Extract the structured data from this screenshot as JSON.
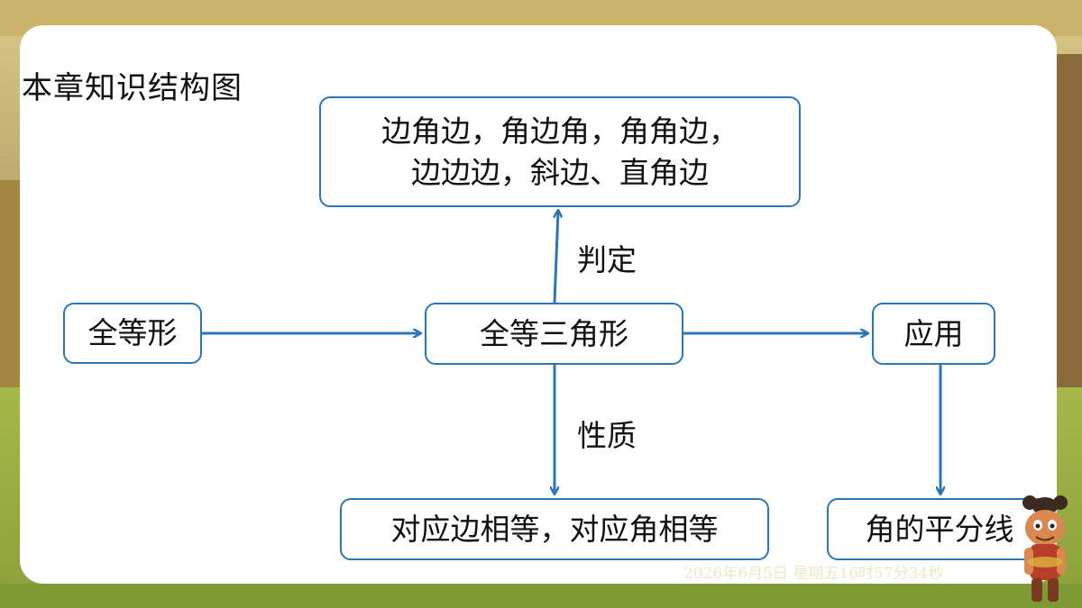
{
  "slide": {
    "title": "本章知识结构图",
    "watermark": "2026年6月5日 星期五16时57分34秒"
  },
  "diagram": {
    "nodes": {
      "criteria": {
        "line1": "边角边，角边角，角角边，",
        "line2": "边边边，斜边、直角边"
      },
      "congruent_figures": "全等形",
      "congruent_triangles": "全等三角形",
      "application": "应用",
      "properties_result": "对应边相等，对应角相等",
      "angle_bisector": "角的平分线"
    },
    "edges": {
      "determination": "判定",
      "property": "性质"
    },
    "colors": {
      "box_border": "#2e75b6",
      "arrow": "#2e75b6"
    }
  }
}
